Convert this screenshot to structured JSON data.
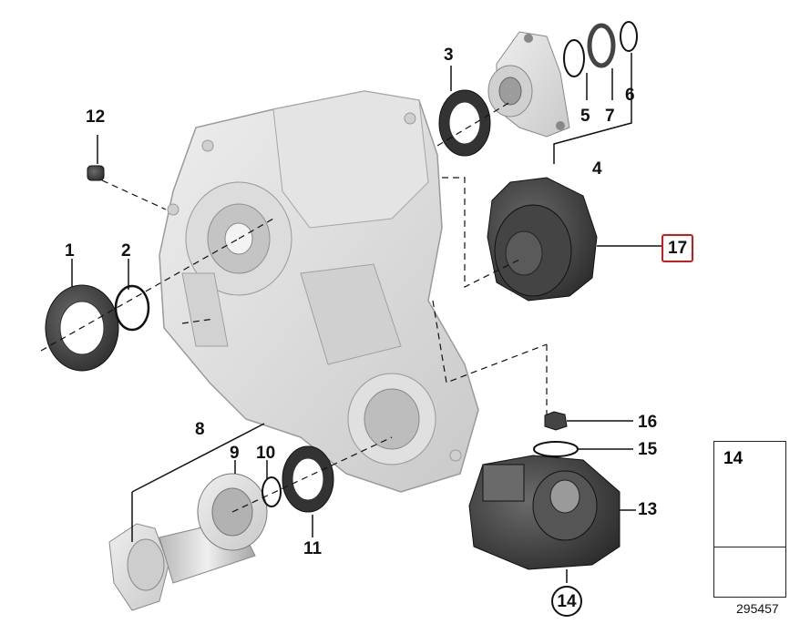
{
  "callouts": {
    "c1": "1",
    "c2": "2",
    "c3": "3",
    "c4": "4",
    "c5": "5",
    "c6": "6",
    "c7": "7",
    "c8": "8",
    "c9": "9",
    "c10": "10",
    "c11": "11",
    "c12": "12",
    "c13": "13",
    "c14_circled": "14",
    "c15": "15",
    "c16": "16",
    "c17_highlighted": "17"
  },
  "reference_panel": {
    "label": "14"
  },
  "diagram_number": "295457",
  "colors": {
    "highlight": "#d0191b",
    "housing": "#d9d9d9",
    "dark_part": "#3a3a3a"
  }
}
